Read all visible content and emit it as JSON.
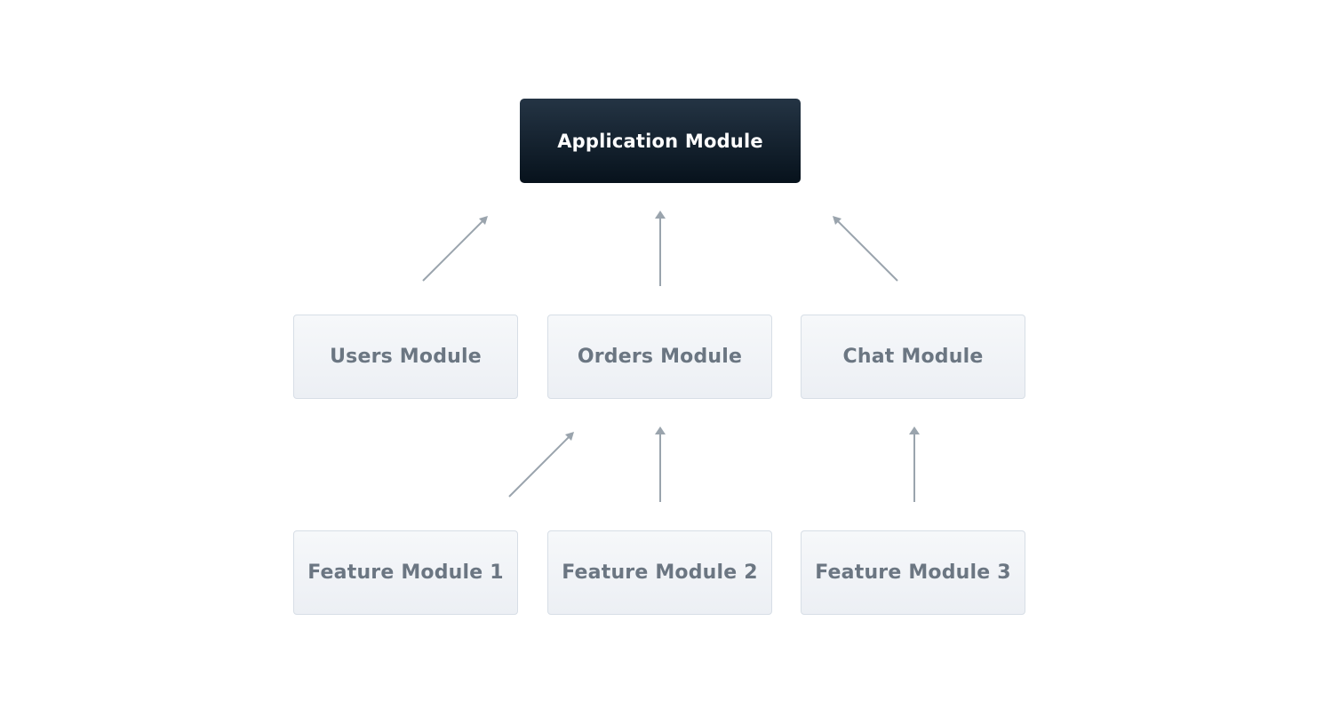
{
  "diagram": {
    "root": {
      "label": "Application Module"
    },
    "modules": [
      {
        "label": "Users Module"
      },
      {
        "label": "Orders Module"
      },
      {
        "label": "Chat Module"
      }
    ],
    "features": [
      {
        "label": "Feature Module 1"
      },
      {
        "label": "Feature Module 2"
      },
      {
        "label": "Feature Module 3"
      }
    ],
    "edges": [
      {
        "from": "Users Module",
        "to": "Application Module"
      },
      {
        "from": "Orders Module",
        "to": "Application Module"
      },
      {
        "from": "Chat Module",
        "to": "Application Module"
      },
      {
        "from": "Feature Module 1",
        "to": "Orders Module"
      },
      {
        "from": "Feature Module 2",
        "to": "Orders Module"
      },
      {
        "from": "Feature Module 3",
        "to": "Chat Module"
      }
    ],
    "colors": {
      "root_fill": "#07121c",
      "root_text": "#ffffff",
      "node_fill": "#eceff4",
      "node_border": "#d7dee6",
      "node_text": "#6b7682",
      "arrow": "#9aa4ad"
    }
  }
}
